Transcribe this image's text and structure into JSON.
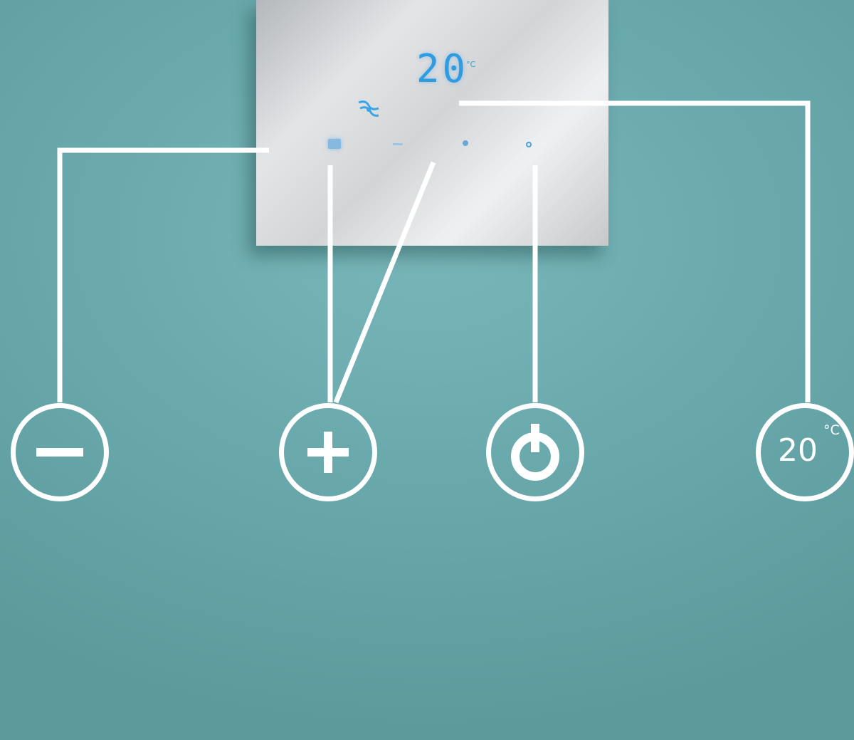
{
  "display": {
    "temperature": "20",
    "unit": "°C"
  },
  "panel_icons": [
    "fan-icon",
    "minus-icon",
    "plus-icon",
    "power-icon"
  ],
  "callouts": {
    "minus": {
      "icon": "minus-icon"
    },
    "plus": {
      "icon": "plus-icon"
    },
    "power": {
      "icon": "power-icon"
    },
    "temperature": {
      "value": "20",
      "unit": "°C"
    }
  },
  "colors": {
    "background": "#6aaaad",
    "panel": "#d9dbdd",
    "display_blue": "#2d9ce0",
    "callout_white": "#ffffff"
  }
}
